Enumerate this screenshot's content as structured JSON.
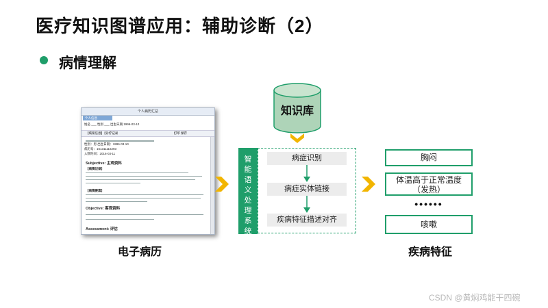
{
  "slide": {
    "title": "医疗知识图谱应用：辅助诊断（2）",
    "bullet": "病情理解"
  },
  "emr": {
    "caption": "电子病历",
    "window_title": "个人病历汇总",
    "tab_label": "个人信息",
    "row1": "姓名 ___ 性别 ___ 出生日期 1996-03-10",
    "toolbar": "【病案信息】【诊疗记录",
    "toolbar_right": "打印    保存",
    "info_lines": [
      "性别：男    出生日期：1996-03-10",
      "病历号：161311116293",
      "入院时间：2016-03-11"
    ],
    "sections": [
      "Subjective: 主观资料",
      "【病情记录】",
      "【病情要素】",
      "Objective: 客观资料",
      "Assessment: 评估"
    ]
  },
  "kb": {
    "label": "知识库"
  },
  "nlp": {
    "side_label": "智能语义处理系统",
    "steps": [
      "病症识别",
      "病症实体链接",
      "疾病特征描述对齐"
    ]
  },
  "features": {
    "caption": "疾病特征",
    "items": [
      "胸闷",
      "体温高于正常温度\n（发热）",
      "咳嗽"
    ],
    "ellipsis": "••••••"
  },
  "watermark": "CSDN @黄焖鸡能干四碗",
  "colors": {
    "accent": "#1f9e6a",
    "chevron": "#f2b500",
    "kb_fill": "#aed4b8"
  }
}
